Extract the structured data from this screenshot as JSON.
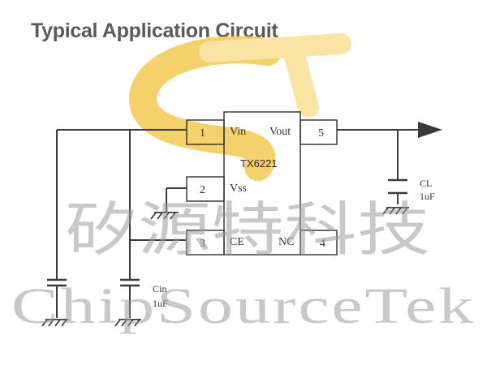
{
  "title": "Typical Application Circuit",
  "chip": {
    "name": "TX6221",
    "pins": [
      {
        "num": "1",
        "label": "Vin"
      },
      {
        "num": "2",
        "label": "Vss"
      },
      {
        "num": "3",
        "label": "CE"
      },
      {
        "num": "4",
        "label": "NC"
      },
      {
        "num": "5",
        "label": "Vout"
      }
    ]
  },
  "components": {
    "cin": {
      "name": "Cin",
      "value": "1uF"
    },
    "cl": {
      "name": "CL",
      "value": "1uF"
    }
  },
  "watermark": {
    "chinese": "矽源特科技",
    "english": "ChipSourceTek",
    "logo_colors": {
      "primary": "#f2c23a",
      "secondary": "#f7dc86"
    }
  },
  "colors": {
    "wire": "#3a3a3a",
    "title": "#5a5a5a"
  }
}
